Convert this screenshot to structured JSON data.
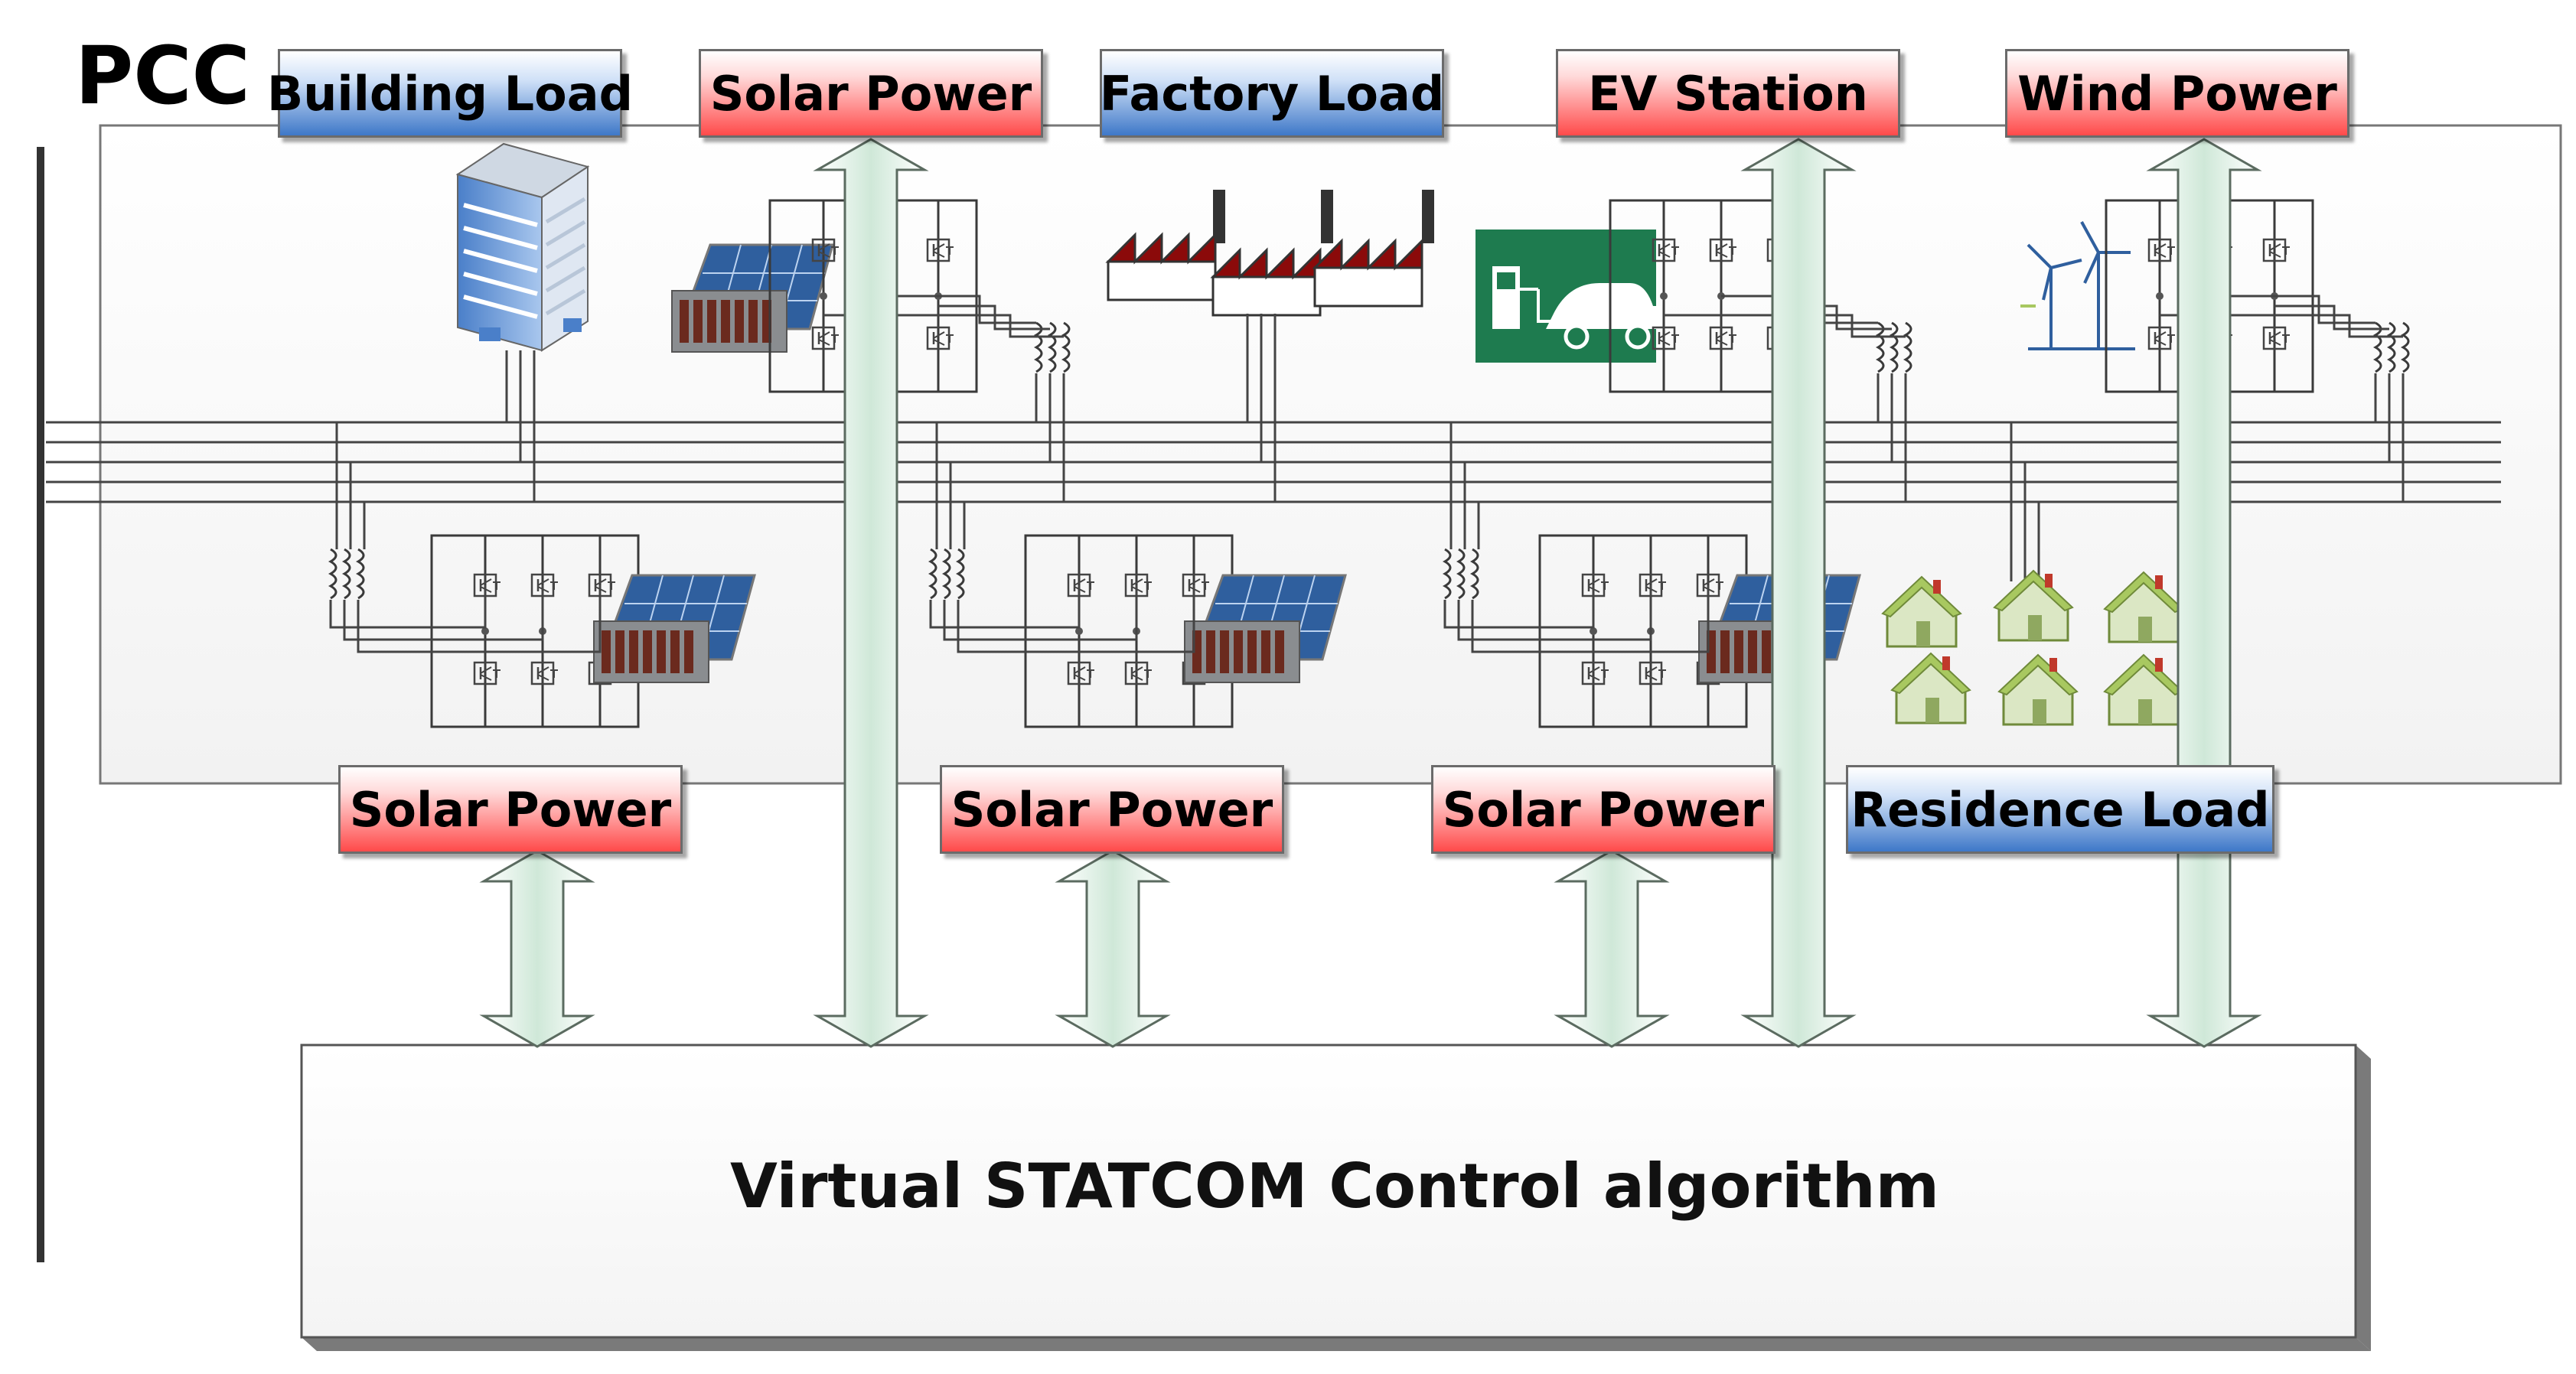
{
  "pcc_label": "PCC",
  "top_labels": [
    {
      "text": "Building Load",
      "style": "blue"
    },
    {
      "text": "Solar Power",
      "style": "red"
    },
    {
      "text": "Factory Load",
      "style": "blue"
    },
    {
      "text": "EV Station",
      "style": "red"
    },
    {
      "text": "Wind Power",
      "style": "red"
    }
  ],
  "bottom_labels": [
    {
      "text": "Solar Power",
      "style": "red"
    },
    {
      "text": "Solar Power",
      "style": "red"
    },
    {
      "text": "Solar Power",
      "style": "red"
    },
    {
      "text": "Residence Load",
      "style": "blue"
    }
  ],
  "controller_label": "Virtual STATCOM Control algorithm",
  "colors": {
    "red_label": "#ff4a4a",
    "blue_label": "#3e78c8",
    "arrow_fill": "#dcefe3",
    "panel_fill": "#fafafa",
    "factory_roof": "#8b0a0a",
    "ev_background": "#1e7b4f",
    "house_roof": "#a8c860"
  }
}
